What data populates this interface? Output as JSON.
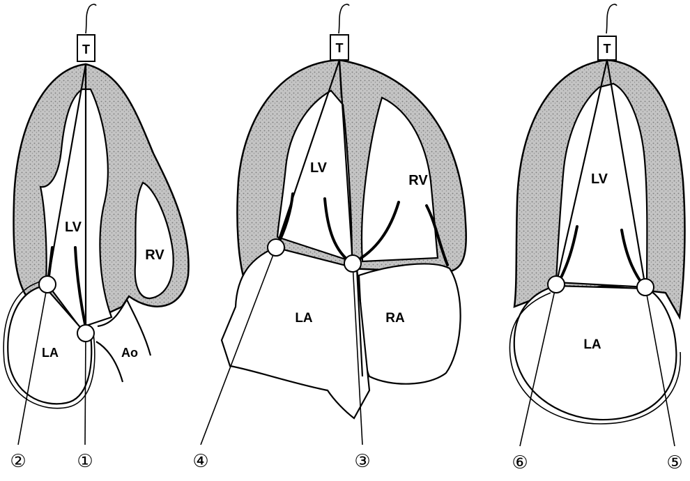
{
  "transducer_label": "T",
  "views": [
    {
      "id": "left",
      "chambers": {
        "lv": "LV",
        "rv": "RV",
        "la": "LA",
        "ao": "Ao"
      },
      "markers": [
        "②",
        "①"
      ]
    },
    {
      "id": "middle",
      "chambers": {
        "lv": "LV",
        "rv": "RV",
        "la": "LA",
        "ra": "RA"
      },
      "markers": [
        "④",
        "③"
      ]
    },
    {
      "id": "right",
      "chambers": {
        "lv": "LV",
        "la": "LA"
      },
      "markers": [
        "⑥",
        "⑤"
      ]
    }
  ],
  "colors": {
    "ink": "#000000",
    "wall_fill": "#bdbdbd",
    "background": "#ffffff"
  }
}
